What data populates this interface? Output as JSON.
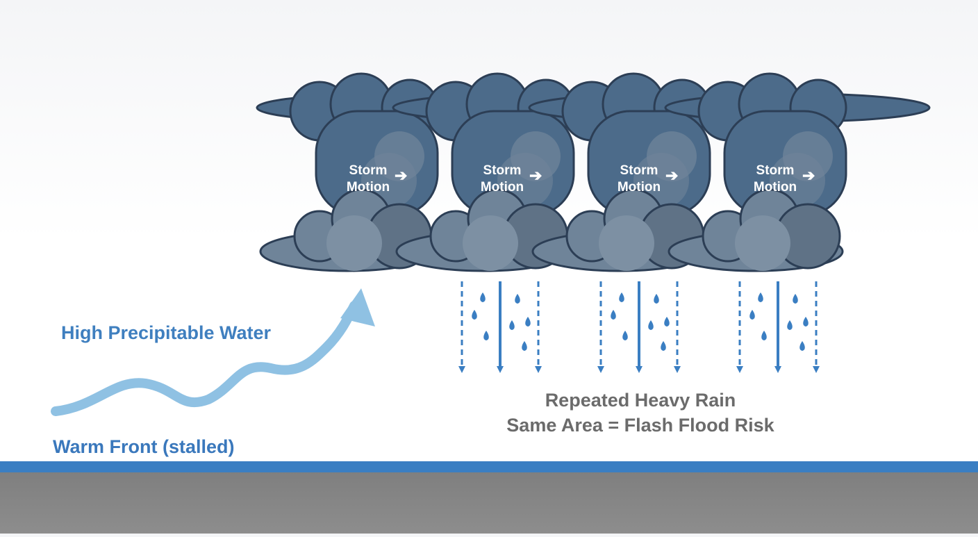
{
  "labels": {
    "precipitable_water": "High Precipitable Water",
    "warm_front": "Warm Front (stalled)",
    "message_line1": "Repeated Heavy Rain",
    "message_line2": "Same Area = Flash Flood Risk"
  },
  "storms": [
    {
      "line1": "Storm",
      "line2": "Motion"
    },
    {
      "line1": "Storm",
      "line2": "Motion"
    },
    {
      "line1": "Storm",
      "line2": "Motion"
    },
    {
      "line1": "Storm",
      "line2": "Motion"
    }
  ],
  "colors": {
    "cloud_dark": "#4c6b8a",
    "cloud_mid": "#6f8499",
    "cloud_outline": "#2c3e55",
    "rain_blue": "#3a7ec2",
    "moisture_arrow": "#8fc1e3",
    "front_line": "#3a7ec2",
    "ground": "#878787"
  }
}
